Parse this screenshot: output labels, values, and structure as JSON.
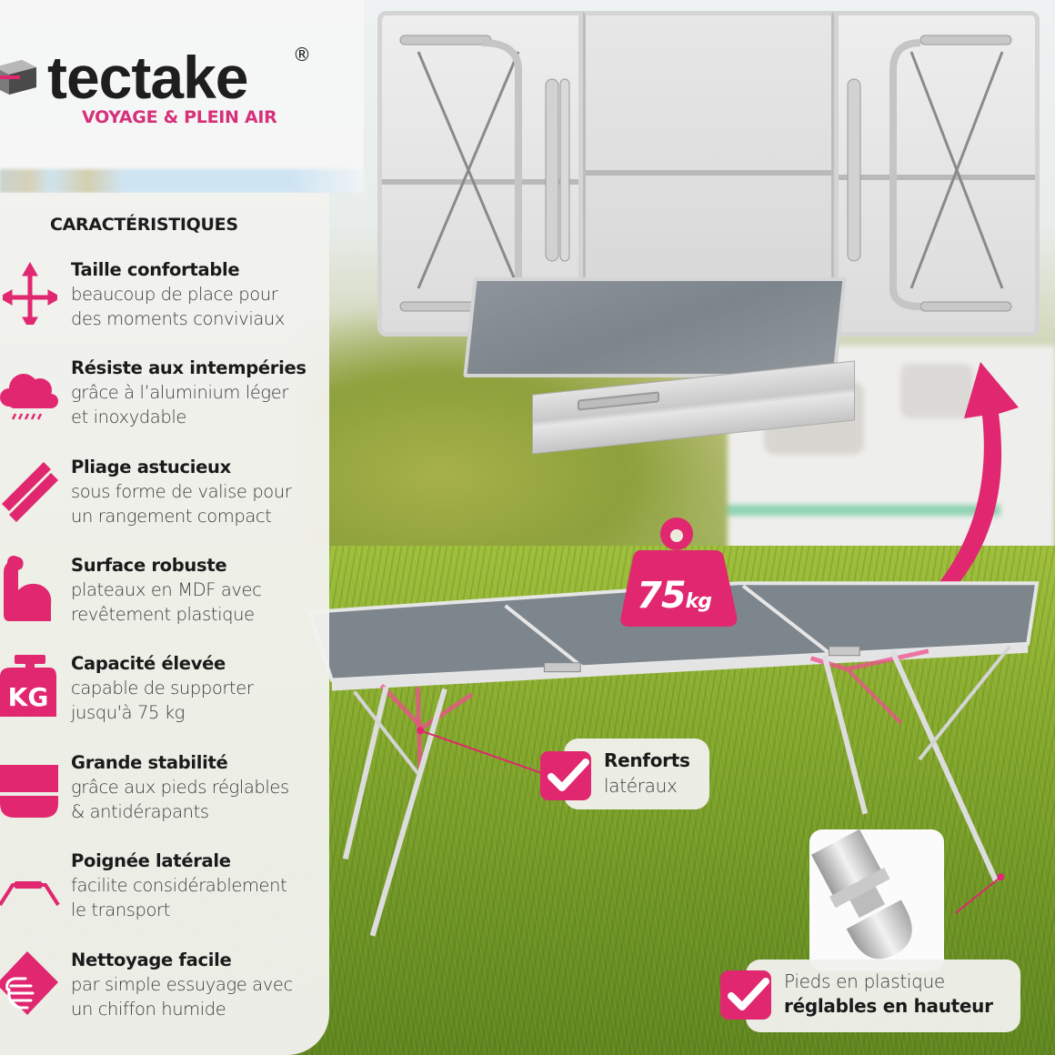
{
  "brand": {
    "name": "tectake",
    "registered_mark": "®",
    "subtitle": "VOYAGE & PLEIN AIR",
    "accent_color": "#d6317a",
    "icon_color": "#e0276f"
  },
  "features_section": {
    "title": "CARACTÉRISTIQUES",
    "items": [
      {
        "icon": "move-arrows-icon",
        "title": "Taille confortable",
        "line1": "beaucoup de place pour",
        "line2": "des moments conviviaux"
      },
      {
        "icon": "rain-cloud-icon",
        "title": "Résiste aux intempéries",
        "line1": "grâce à l’aluminium léger",
        "line2": "et inoxydable"
      },
      {
        "icon": "folding-icon",
        "title": "Pliage astucieux",
        "line1": "sous forme de valise pour",
        "line2": "un rangement compact"
      },
      {
        "icon": "strong-arm-icon",
        "title": "Surface robuste",
        "line1": "plateaux en MDF avec",
        "line2": "revêtement plastique"
      },
      {
        "icon": "kg-weight-icon",
        "title": "Capacité élevée",
        "line1": "capable de supporter",
        "line2": "jusqu'à 75 kg",
        "icon_label": "KG"
      },
      {
        "icon": "stability-foot-icon",
        "title": "Grande stabilité",
        "line1": "grâce aux pieds réglables",
        "line2": "& antidérapants"
      },
      {
        "icon": "side-handle-icon",
        "title": "Poignée latérale",
        "line1": "facilite considérablement",
        "line2": "le transport"
      },
      {
        "icon": "wiping-hand-icon",
        "title": "Nettoyage facile",
        "line1": "par simple essuyage avec",
        "line2": "un chiffon humide"
      }
    ]
  },
  "badges": {
    "weight": {
      "value": "75",
      "unit": "kg"
    },
    "side_reinforcements": {
      "line1": "Renforts",
      "line2": "latéraux"
    },
    "adjustable_feet": {
      "line1": "Pieds en plastique",
      "line2": "réglables en hauteur"
    }
  }
}
